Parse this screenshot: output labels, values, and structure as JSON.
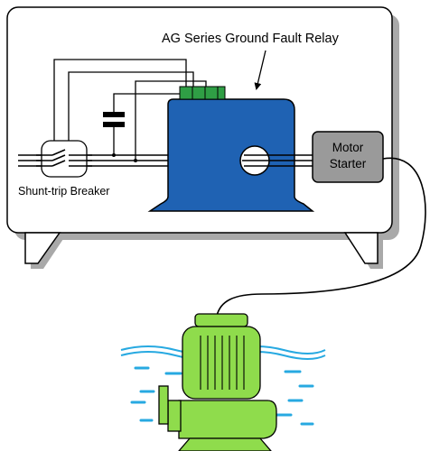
{
  "labels": {
    "relay_title": "AG Series Ground Fault Relay",
    "breaker": "Shunt-trip Breaker",
    "motor_starter_line1": "Motor",
    "motor_starter_line2": "Starter"
  },
  "colors": {
    "relay_blue": "#1f62b3",
    "terminal_green": "#2f9e45",
    "motor_green": "#8fdc4c",
    "water_blue": "#27a9e1",
    "starter_grey": "#9a9a9a",
    "panel_shadow": "#a9a9a9"
  }
}
